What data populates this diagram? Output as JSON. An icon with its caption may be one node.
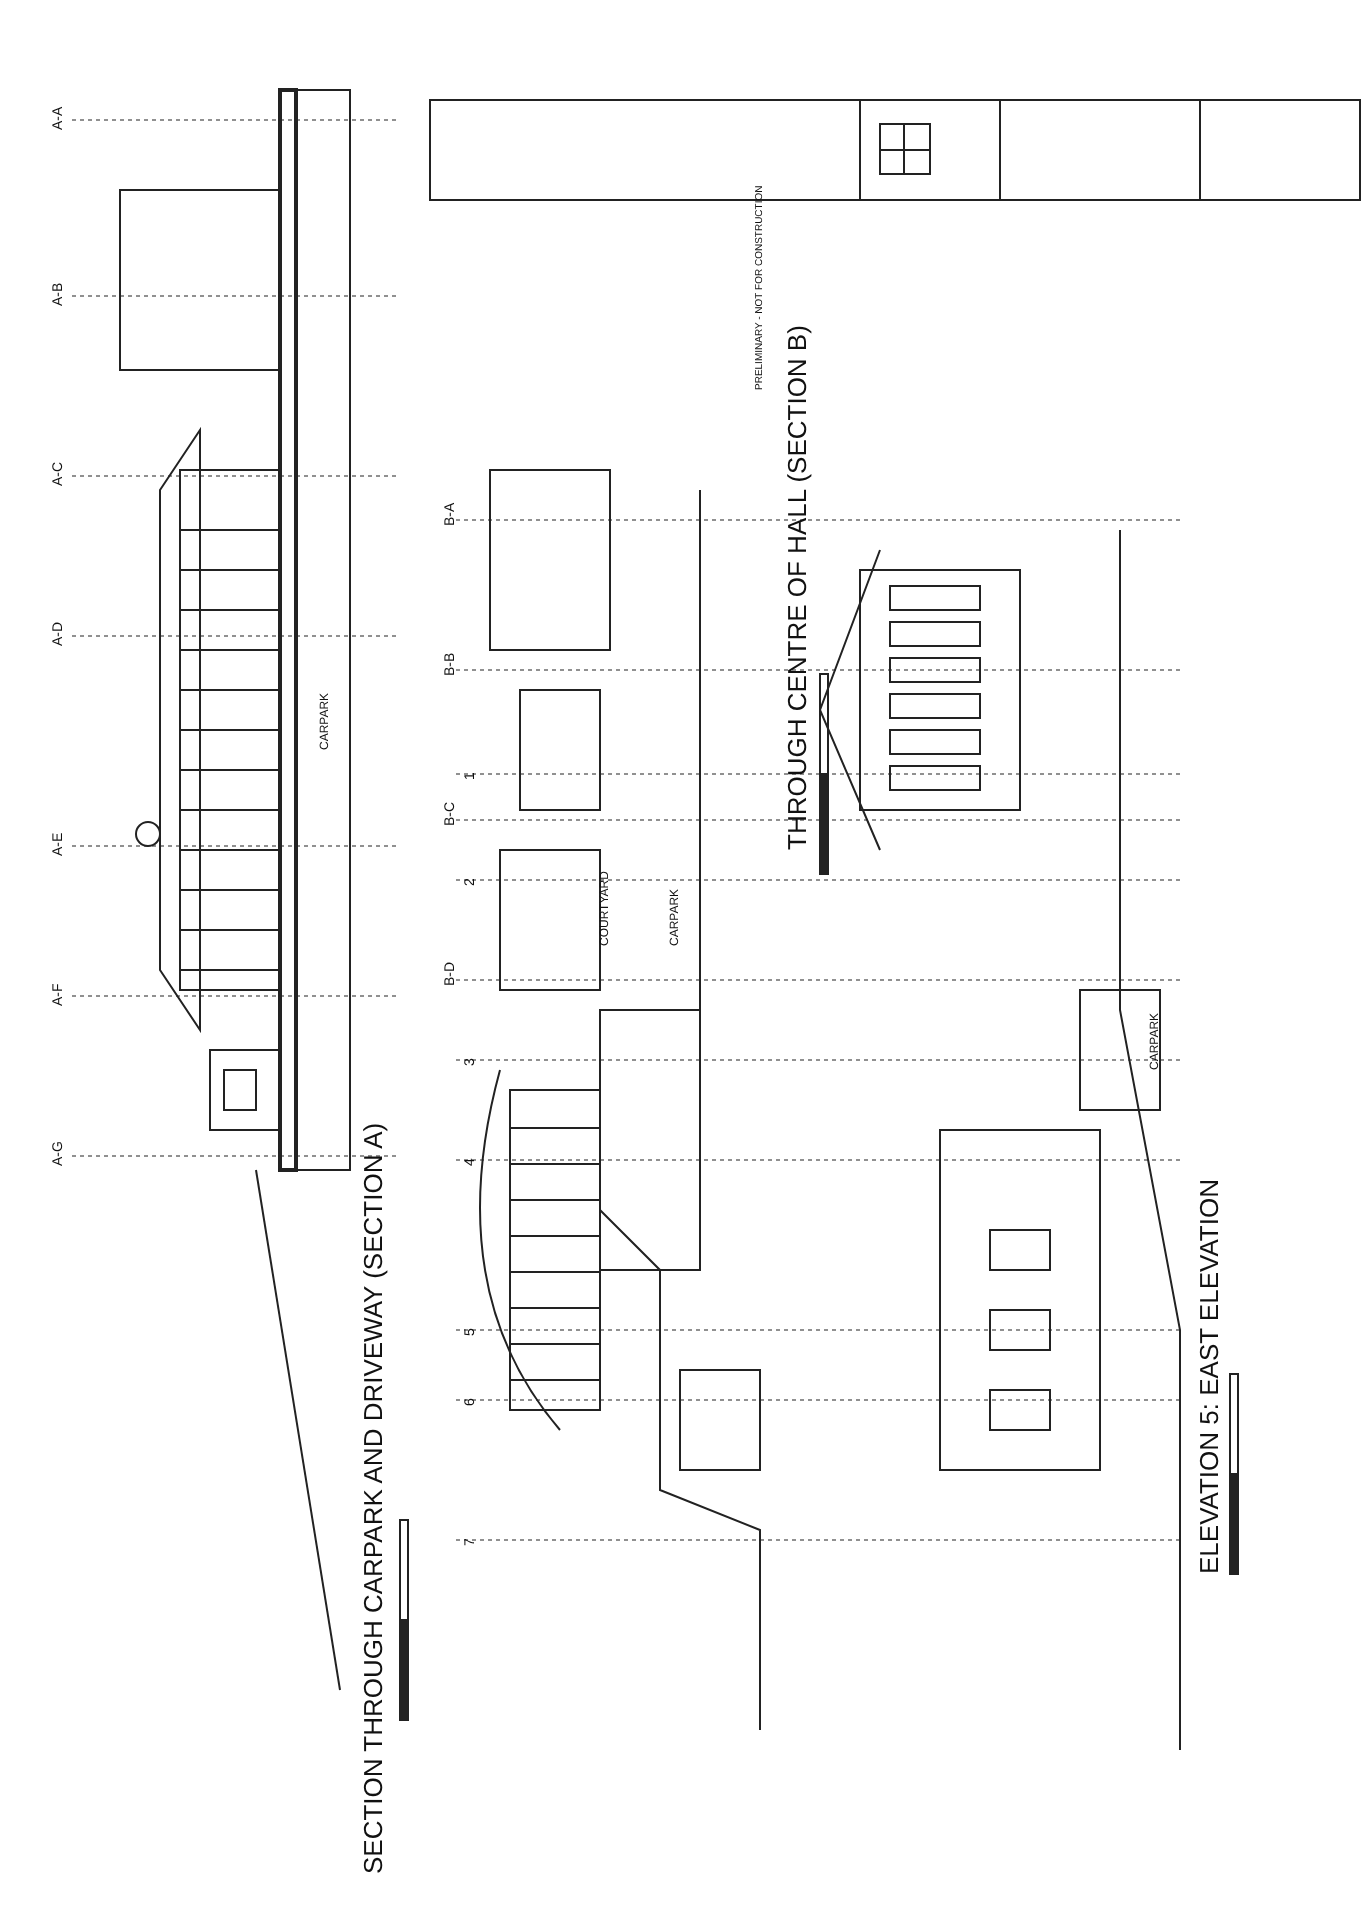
{
  "diagram": {
    "labels": [
      "SECTION THROUGH CARPARK AND DRIVEWAY (SECTION A)",
      "A-A",
      "A-B",
      "A-C",
      "A-D",
      "A-E",
      "A-F",
      "A-G",
      "CARPARK",
      "THROUGH CENTRE OF HALL (SECTION B)",
      "B-A",
      "B-B",
      "B-C",
      "B-D",
      "1",
      "2",
      "3",
      "4",
      "5",
      "6",
      "7",
      "COURTYARD",
      "CARPARK",
      "ELEVATION 5:  EAST ELEVATION",
      "CARPARK",
      "PRELIMINARY - NOT FOR CONSTRUCTION"
    ]
  }
}
